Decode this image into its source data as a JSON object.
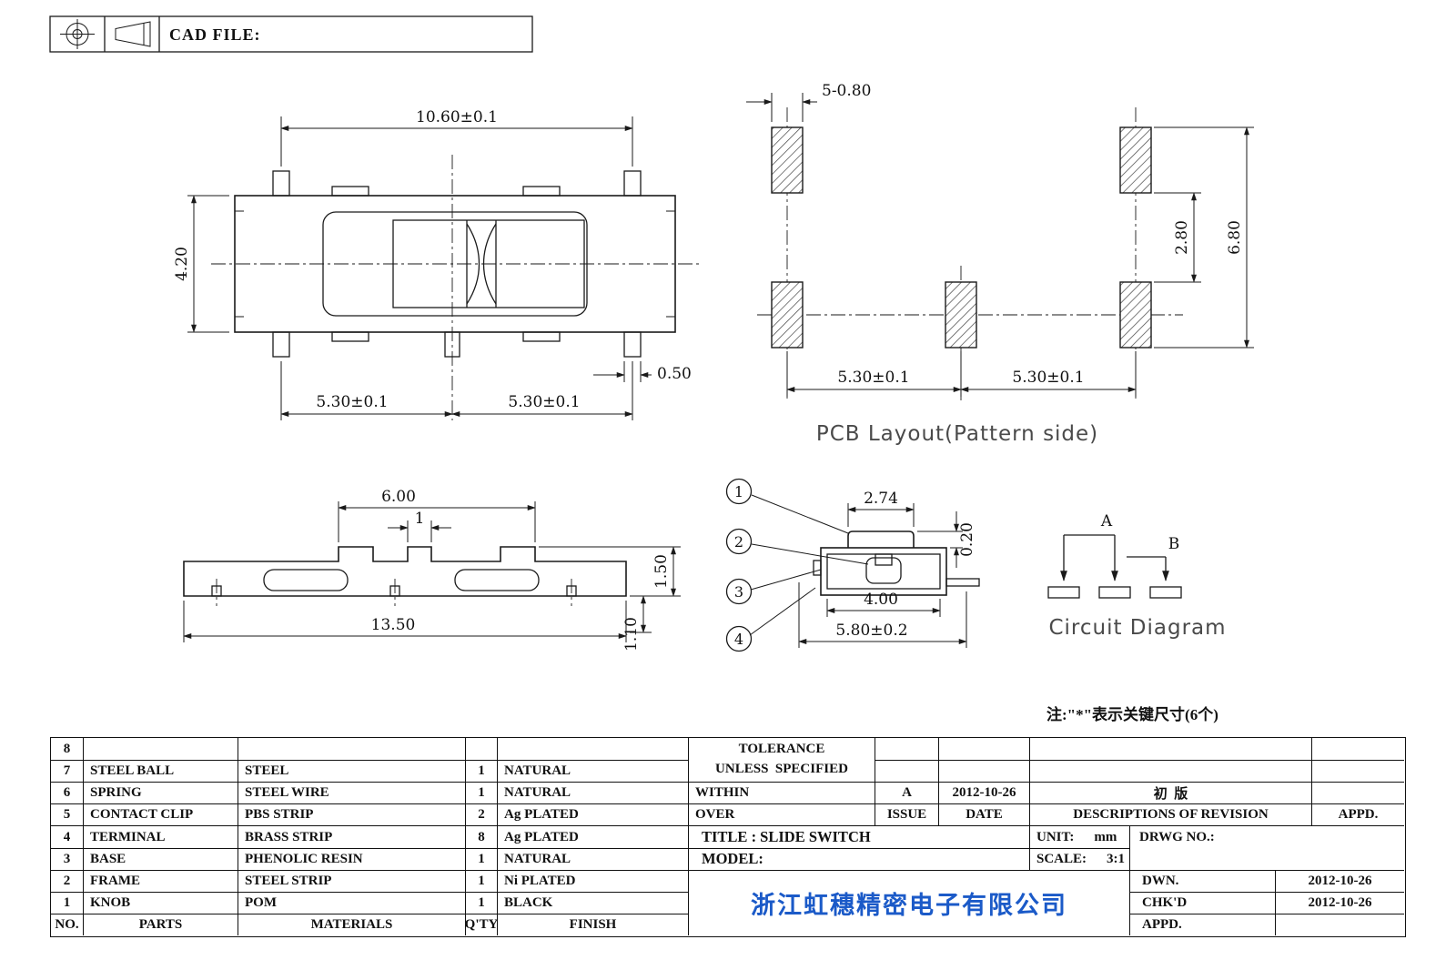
{
  "page": {
    "cad_file_label": "CAD FILE:"
  },
  "colors": {
    "company_text": "#1b5ac8",
    "line": "#1a1a1a",
    "view_title": "#4a4a4a"
  },
  "top_view": {
    "dim_width": "10.60±0.1",
    "dim_height": "4.20",
    "dim_pitch_left": "5.30±0.1",
    "dim_pitch_right": "5.30±0.1",
    "dim_tab": "0.50"
  },
  "pcb_layout": {
    "title": "PCB Layout(Pattern side)",
    "dim_pad": "5-0.80",
    "dim_gap": "2.80",
    "dim_total": "6.80",
    "dim_pitch_left": "5.30±0.1",
    "dim_pitch_right": "5.30±0.1"
  },
  "side_view": {
    "dim_top": "6.00",
    "dim_small": "1",
    "dim_height": "1.50",
    "dim_foot": "1.10",
    "dim_total": "13.50"
  },
  "section_view": {
    "dim_knob": "2.74",
    "dim_small": "0.20",
    "dim_inner": "4.00",
    "dim_total": "5.80±0.2",
    "callouts": [
      "1",
      "2",
      "3",
      "4"
    ]
  },
  "circuit": {
    "title": "Circuit Diagram",
    "label_a": "A",
    "label_b": "B"
  },
  "note": "注:\"*\"表示关键尺寸(6个)",
  "bom": {
    "rows": [
      {
        "no": "8",
        "part": "",
        "material": "",
        "qty": "",
        "finish": ""
      },
      {
        "no": "7",
        "part": "STEEL BALL",
        "material": "STEEL",
        "qty": "1",
        "finish": "NATURAL"
      },
      {
        "no": "6",
        "part": "SPRING",
        "material": "STEEL WIRE",
        "qty": "1",
        "finish": "NATURAL"
      },
      {
        "no": "5",
        "part": "CONTACT CLIP",
        "material": "PBS STRIP",
        "qty": "2",
        "finish": "Ag PLATED"
      },
      {
        "no": "4",
        "part": "TERMINAL",
        "material": "BRASS STRIP",
        "qty": "8",
        "finish": "Ag PLATED"
      },
      {
        "no": "3",
        "part": "BASE",
        "material": "PHENOLIC RESIN",
        "qty": "1",
        "finish": "NATURAL"
      },
      {
        "no": "2",
        "part": "FRAME",
        "material": "STEEL STRIP",
        "qty": "1",
        "finish": "Ni PLATED"
      },
      {
        "no": "1",
        "part": "KNOB",
        "material": "POM",
        "qty": "1",
        "finish": "BLACK"
      }
    ],
    "headers": {
      "no": "NO.",
      "parts": "PARTS",
      "materials": "MATERIALS",
      "qty": "Q'TY",
      "finish": "FINISH"
    }
  },
  "title_block": {
    "tolerance_line1": "TOLERANCE",
    "tolerance_line2": "UNLESS  SPECIFIED",
    "within": "WITHIN",
    "over": "OVER",
    "rev_issue": "A",
    "rev_date": "2012-10-26",
    "rev_desc": "初  版",
    "col_issue": "ISSUE",
    "col_date": "DATE",
    "col_desc": "DESCRIPTIONS OF REVISION",
    "col_appd": "APPD.",
    "title": "TITLE : SLIDE SWITCH",
    "unit_label": "UNIT:",
    "unit_value": "mm",
    "drwg_no": "DRWG NO.:",
    "model": "MODEL:",
    "scale_label": "SCALE:",
    "scale_value": "3:1",
    "dwn": "DWN.",
    "dwn_date": "2012-10-26",
    "chkd": "CHK'D",
    "chkd_date": "2012-10-26",
    "appd": "APPD.",
    "appd_date": "",
    "company": "浙江虹穗精密电子有限公司"
  }
}
